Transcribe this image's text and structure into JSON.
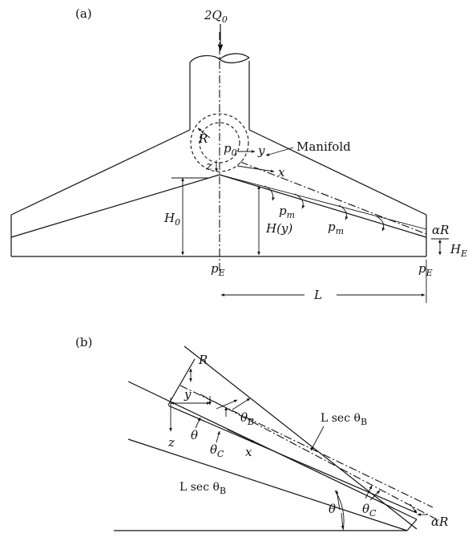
{
  "panel_a": {
    "tag": "(a)",
    "inflow": "2Q",
    "inflow_sub": "0",
    "manifold": "Manifold",
    "r": "R",
    "p0": "p",
    "p0_sub": "0",
    "y": "y",
    "x": "x",
    "z": "z",
    "h0": "H",
    "h0_sub": "0",
    "hy": "H(y)",
    "pm1": "p",
    "pm1_sub": "m",
    "pm2": "p",
    "pm2_sub": "m",
    "alpha_r": "αR",
    "he": "H",
    "he_sub": "E",
    "pe_left": "p",
    "pe_left_sub": "E",
    "pe_right": "p",
    "pe_right_sub": "E",
    "length": "L"
  },
  "panel_b": {
    "tag": "(b)",
    "r": "R",
    "y": "y",
    "theta_b": "θ",
    "theta_b_sub": "B",
    "lsec_upper": "L sec θ",
    "lsec_upper_sub": "B",
    "z": "z",
    "theta": "θ",
    "theta_c": "θ",
    "theta_c_sub": "C",
    "x": "x",
    "lsec_lower": "L sec θ",
    "lsec_lower_sub": "B",
    "theta_right": "θ",
    "theta_c_right": "θ",
    "theta_c_right_sub": "C",
    "alpha_r": "αR"
  }
}
